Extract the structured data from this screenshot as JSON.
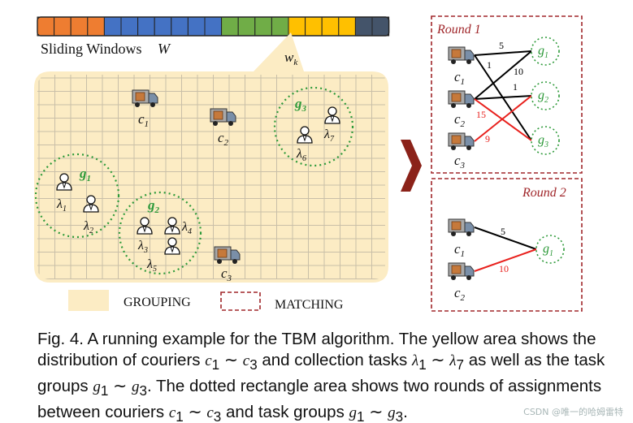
{
  "window": {
    "sliding_label": "Sliding Windows",
    "sliding_symbol": "W",
    "window_tag": "w",
    "window_tag_sub": "k",
    "segment_colors": [
      "#ee7d31",
      "#ee7d31",
      "#ee7d31",
      "#ee7d31",
      "#4472c4",
      "#4472c4",
      "#4472c4",
      "#4472c4",
      "#4472c4",
      "#4472c4",
      "#4472c4",
      "#70ad47",
      "#70ad47",
      "#70ad47",
      "#70ad47",
      "#ffc000",
      "#ffc000",
      "#ffc000",
      "#ffc000",
      "#44546a",
      "#44546a"
    ]
  },
  "map": {
    "groups": [
      {
        "label": "g",
        "sub": "1"
      },
      {
        "label": "g",
        "sub": "2"
      },
      {
        "label": "g",
        "sub": "3"
      }
    ],
    "couriers": [
      {
        "label": "c",
        "sub": "1"
      },
      {
        "label": "c",
        "sub": "2"
      },
      {
        "label": "c",
        "sub": "3"
      }
    ],
    "tasks": [
      {
        "label": "λ",
        "sub": "1"
      },
      {
        "label": "λ",
        "sub": "2"
      },
      {
        "label": "λ",
        "sub": "3"
      },
      {
        "label": "λ",
        "sub": "4"
      },
      {
        "label": "λ",
        "sub": "5"
      },
      {
        "label": "λ",
        "sub": "6"
      },
      {
        "label": "λ",
        "sub": "7"
      }
    ]
  },
  "legend": {
    "grouping": "GROUPING",
    "matching": "MATCHING"
  },
  "round1": {
    "title": "Round 1",
    "couriers": [
      {
        "label": "c",
        "sub": "1"
      },
      {
        "label": "c",
        "sub": "2"
      },
      {
        "label": "c",
        "sub": "3"
      }
    ],
    "groups": [
      {
        "label": "g",
        "sub": "1"
      },
      {
        "label": "g",
        "sub": "2"
      },
      {
        "label": "g",
        "sub": "3"
      }
    ],
    "edges": [
      {
        "from": "c1",
        "to": "g1",
        "weight": "5",
        "color": "#000000"
      },
      {
        "from": "c1",
        "to": "g3",
        "weight": "10",
        "color": "#000000"
      },
      {
        "from": "c2",
        "to": "g1",
        "weight": "1",
        "color": "#000000"
      },
      {
        "from": "c2",
        "to": "g2",
        "weight": "1",
        "color": "#000000"
      },
      {
        "from": "c2",
        "to": "g3",
        "weight": "15",
        "color": "#e8211d"
      },
      {
        "from": "c3",
        "to": "g2",
        "weight": "9",
        "color": "#e8211d"
      }
    ]
  },
  "round2": {
    "title": "Round 2",
    "couriers": [
      {
        "label": "c",
        "sub": "1"
      },
      {
        "label": "c",
        "sub": "2"
      }
    ],
    "groups": [
      {
        "label": "g",
        "sub": "1"
      }
    ],
    "edges": [
      {
        "from": "c1",
        "to": "g1",
        "weight": "5",
        "color": "#000000"
      },
      {
        "from": "c2",
        "to": "g1",
        "weight": "10",
        "color": "#e8211d"
      }
    ]
  },
  "caption": {
    "fig": "Fig. 4.",
    "s1": " A running example for the TBM algorithm. The yellow area shows the distribution of couriers ",
    "c1": "c",
    "c1_sub": "1",
    "tilde1": " ∼ ",
    "c3": "c",
    "c3_sub": "3",
    "s2": " and collection tasks ",
    "l1": "λ",
    "l1_sub": "1",
    "tilde2": " ∼ ",
    "l7": "λ",
    "l7_sub": "7",
    "s3": " as well as the task groups ",
    "g1": "g",
    "g1_sub": "1",
    "tilde3": " ∼ ",
    "g3": "g",
    "g3_sub": "3",
    "s4": ". The dotted rectangle area shows two rounds of assignments between couriers ",
    "c1b": "c",
    "c1b_sub": "1",
    "tilde4": " ∼ ",
    "c3b": "c",
    "c3b_sub": "3",
    "s5": " and task groups ",
    "g1b": "g",
    "g1b_sub": "1",
    "tilde5": " ∼ ",
    "g3b": "g",
    "g3b_sub": "3",
    "s6": "."
  },
  "watermark": "CSDN @唯一的哈姆雷特",
  "colors": {
    "yellow_area": "#fcecc4",
    "grid": "#c9bfa8",
    "group_green": "#2e9a3a",
    "dashed_red": "#a0262a",
    "arrow": "#8b2219"
  }
}
